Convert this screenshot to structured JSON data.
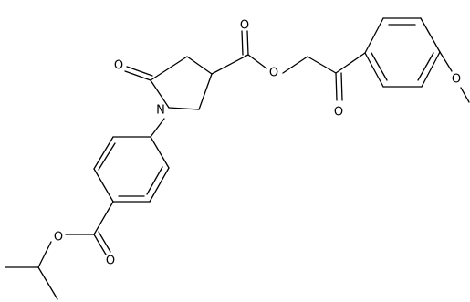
{
  "molecule": {
    "atom_labels": {
      "o_ketone_ring": "O",
      "n_ring": "N",
      "o_ester_carbonyl_right": "O",
      "o_ester_link_right": "O",
      "o_ketone_chain": "O",
      "o_methoxy": "O",
      "o_ester_link_left": "O",
      "o_ester_carbonyl_left": "O"
    }
  }
}
